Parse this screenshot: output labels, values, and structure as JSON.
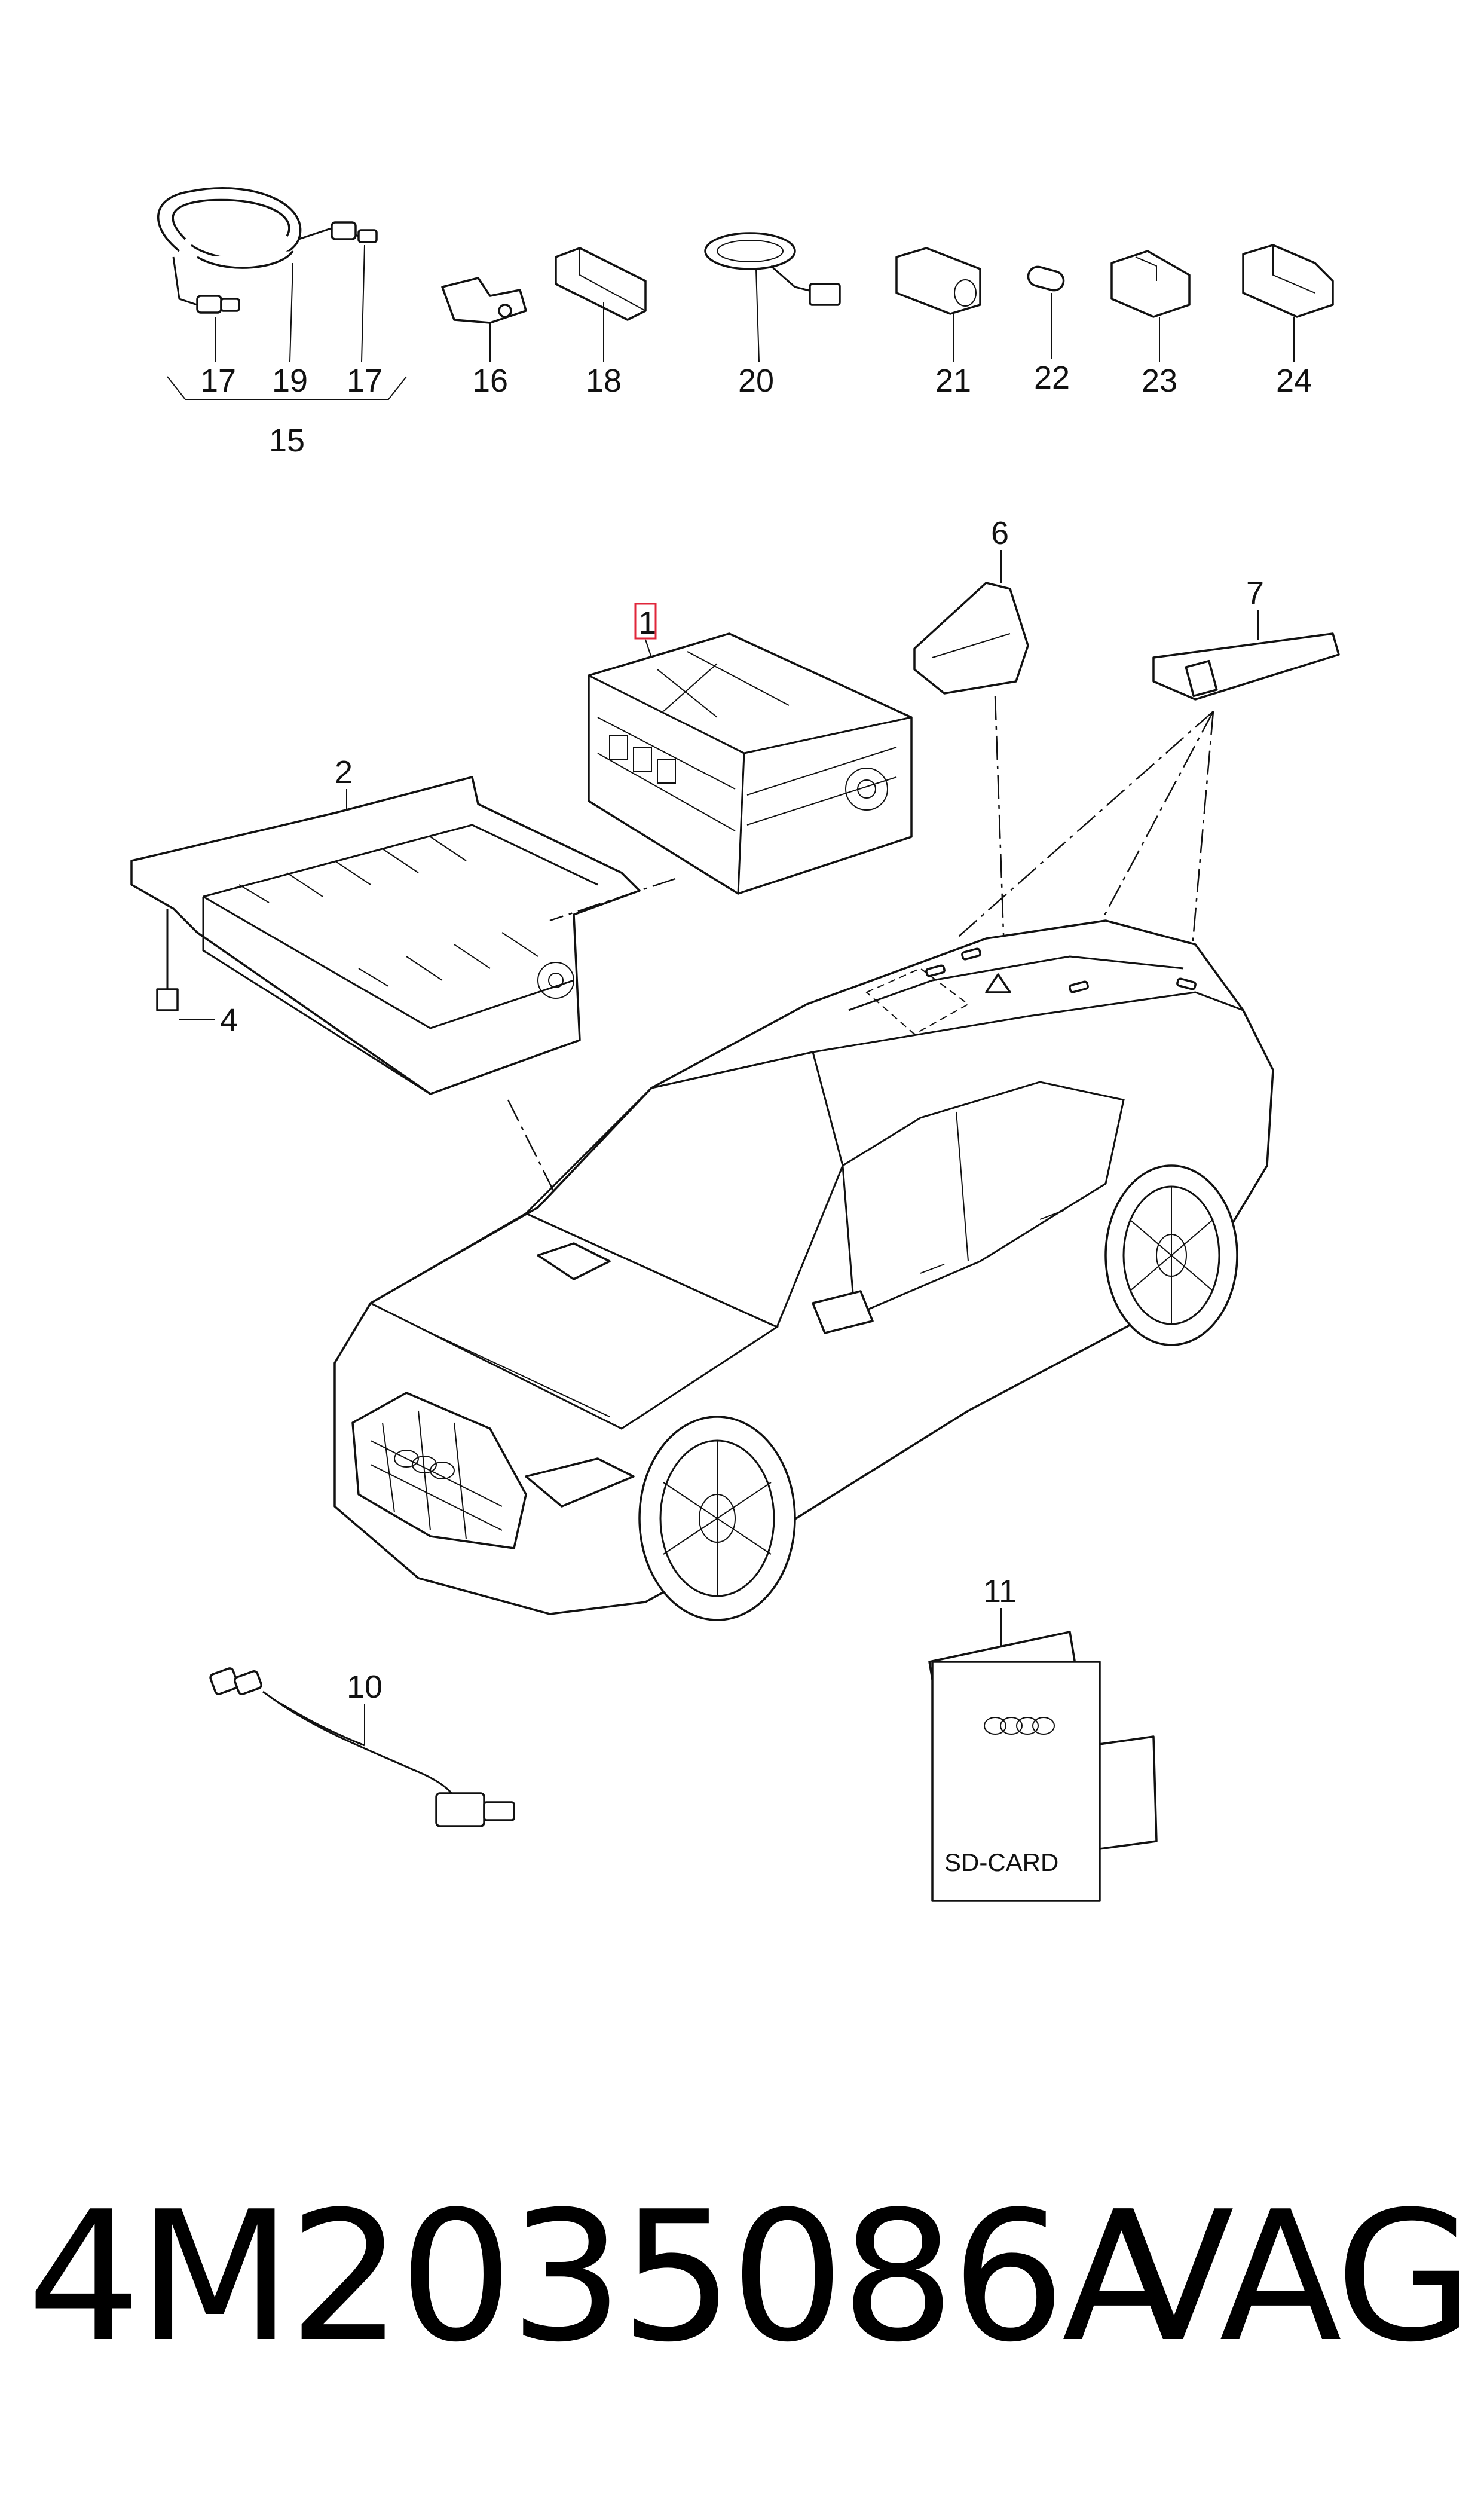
{
  "callouts": {
    "c1": "1",
    "c2": "2",
    "c4": "4",
    "c6": "6",
    "c7": "7",
    "c10": "10",
    "c11": "11",
    "c15": "15",
    "c16": "16",
    "c17a": "17",
    "c17b": "17",
    "c18": "18",
    "c19": "19",
    "c20": "20",
    "c21": "21",
    "c22": "22",
    "c23": "23",
    "c24": "24"
  },
  "sd_card": {
    "label": "SD-CARD"
  },
  "footer": {
    "part_number": "4M2035086A",
    "brand": "VAG"
  },
  "highlight": {
    "color": "#e0263a",
    "target": "1"
  }
}
